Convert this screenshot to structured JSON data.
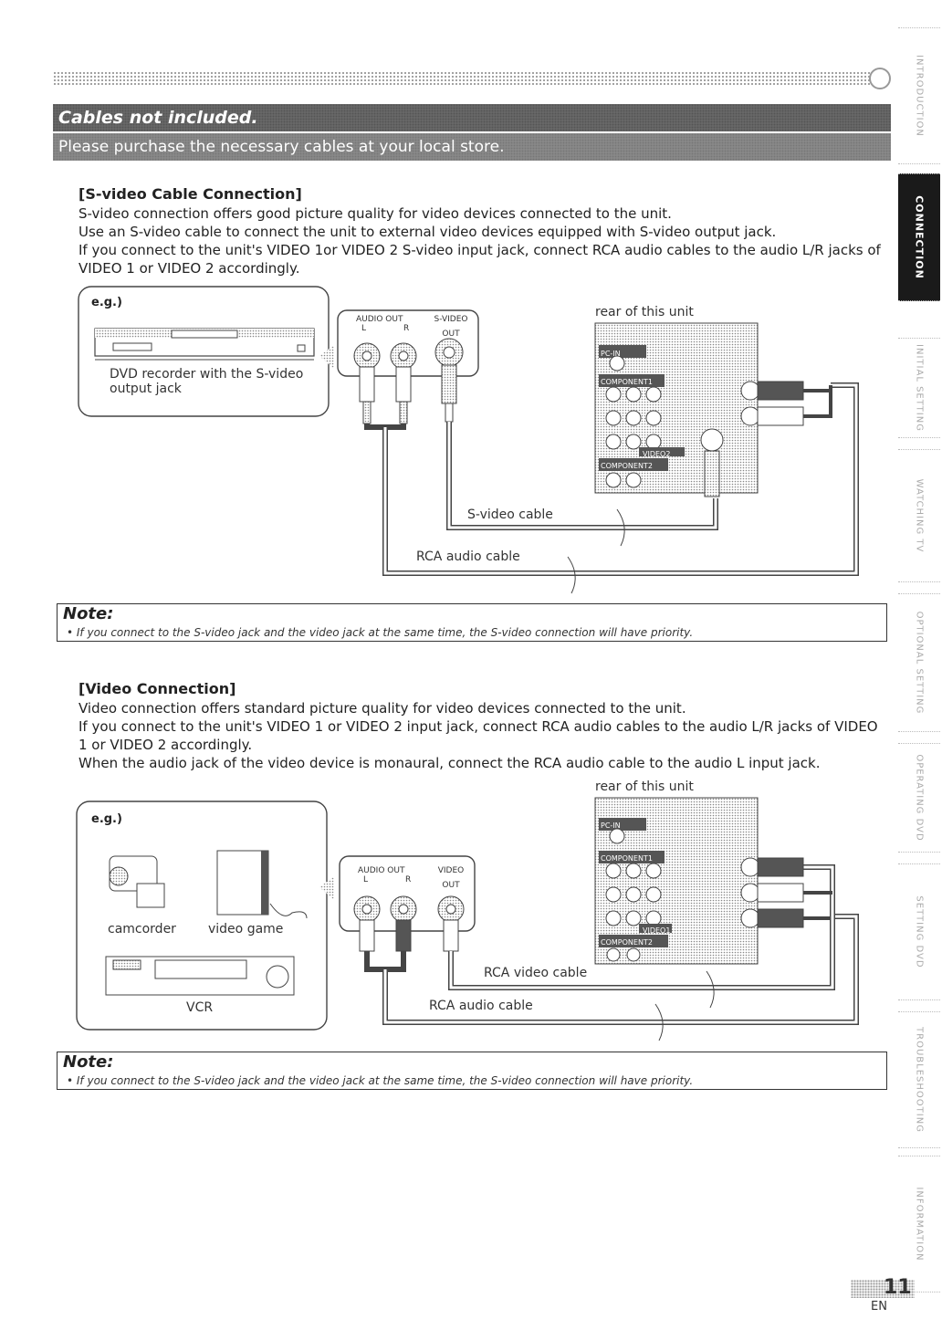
{
  "banner": {
    "line1": "Cables not included.",
    "line2": "Please purchase the necessary cables at your local store."
  },
  "svideo": {
    "heading": "[S-video Cable Connection]",
    "paragraphs": [
      "S-video connection offers good picture quality for video devices connected to the unit.",
      "Use an S-video cable to connect the unit to external video devices equipped with S-video output jack.",
      "If you connect to the unit's VIDEO 1or VIDEO 2 S-video input jack, connect RCA audio cables to the audio L/R jacks of VIDEO 1 or VIDEO 2 accordingly."
    ],
    "diagram": {
      "eg": "e.g.)",
      "device": "DVD recorder with the S-video output jack",
      "audio_out": "AUDIO OUT",
      "l": "L",
      "r": "R",
      "svideo_out": "S-VIDEO OUT",
      "rear": "rear of this unit",
      "cable1": "S-video cable",
      "cable2": "RCA audio cable",
      "panel_labels": [
        "PC-IN",
        "COMPONENT1",
        "VIDEO2",
        "COMPONENT2"
      ]
    }
  },
  "note1": {
    "title": "Note:",
    "text": "• If you connect to the S-video jack and the video jack at the same time, the S-video connection will have priority."
  },
  "video": {
    "heading": "[Video Connection]",
    "paragraphs": [
      "Video connection offers standard picture quality for video devices connected to the unit.",
      "If you connect to the unit's VIDEO 1 or VIDEO 2 input jack, connect RCA audio cables to the audio L/R jacks of VIDEO 1 or VIDEO 2 accordingly.",
      "When the audio jack of the video device is monaural, connect the RCA audio cable to the audio L input jack."
    ],
    "diagram": {
      "rear": "rear of this unit",
      "eg": "e.g.)",
      "camcorder": "camcorder",
      "video_game": "video game",
      "vcr": "VCR",
      "audio_out": "AUDIO OUT",
      "l": "L",
      "r": "R",
      "video_out": "VIDEO OUT",
      "cable1": "RCA video cable",
      "cable2": "RCA audio cable",
      "panel_labels": [
        "PC-IN",
        "COMPONENT1",
        "VIDEO1",
        "COMPONENT2"
      ]
    }
  },
  "note2": {
    "title": "Note:",
    "text": "• If you connect to the S-video jack and the video jack at the same time, the S-video connection will have priority."
  },
  "sidetabs": [
    {
      "label": "INTRODUCTION"
    },
    {
      "label": "CONNECTION"
    },
    {
      "label": "INITIAL SETTING"
    },
    {
      "label": "WATCHING TV"
    },
    {
      "label": "OPTIONAL SETTING"
    },
    {
      "label": "OPERATING DVD"
    },
    {
      "label": "SETTING DVD"
    },
    {
      "label": "TROUBLESHOOTING"
    },
    {
      "label": "INFORMATION"
    }
  ],
  "footer": {
    "page": "11",
    "lang": "EN"
  }
}
